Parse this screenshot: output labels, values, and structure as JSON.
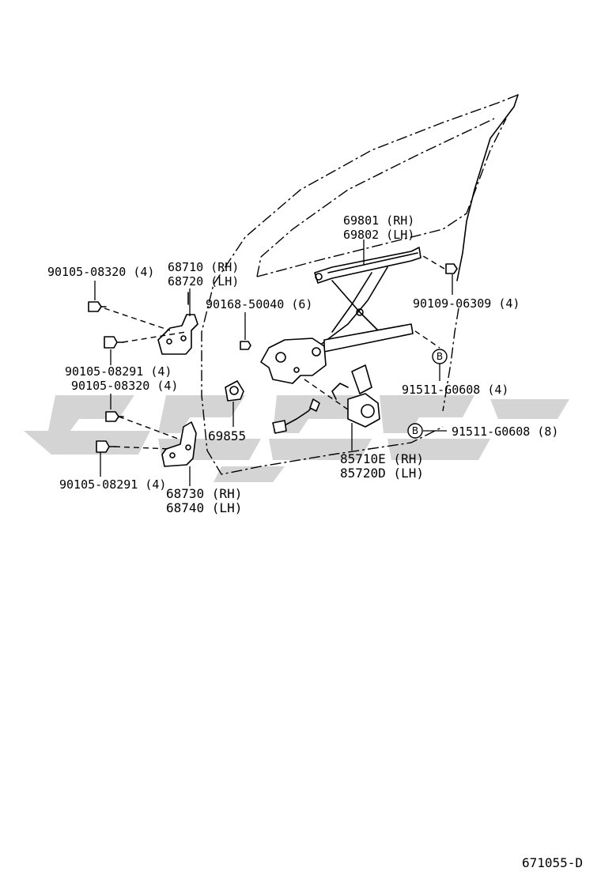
{
  "diagram_id": "671055-D",
  "callouts": {
    "regulator": [
      "69801 (RH)",
      "69802 (LH)"
    ],
    "upper_hinge": [
      "68710 (RH)",
      "68720 (LH)"
    ],
    "lower_hinge": [
      "68730 (RH)",
      "68740 (LH)"
    ],
    "motor": [
      "85710E (RH)",
      "85720D (LH)"
    ],
    "bolt_upper_hinge_top": "90105-08320 (4)",
    "bolt_upper_hinge_bottom": "90105-08291 (4)",
    "bolt_lower_hinge_top": "90105-08320 (4)",
    "bolt_lower_hinge_bottom": "90105-08291 (4)",
    "bolt_regulator_bracket": "90168-50040 (6)",
    "bolt_regulator_right": "90109-06309 (4)",
    "bolt_b_regulator": "91511-G0608 (4)",
    "bolt_b_motor": "91511-G0608 (8)",
    "grommet": "69855",
    "b_marker": "B"
  }
}
